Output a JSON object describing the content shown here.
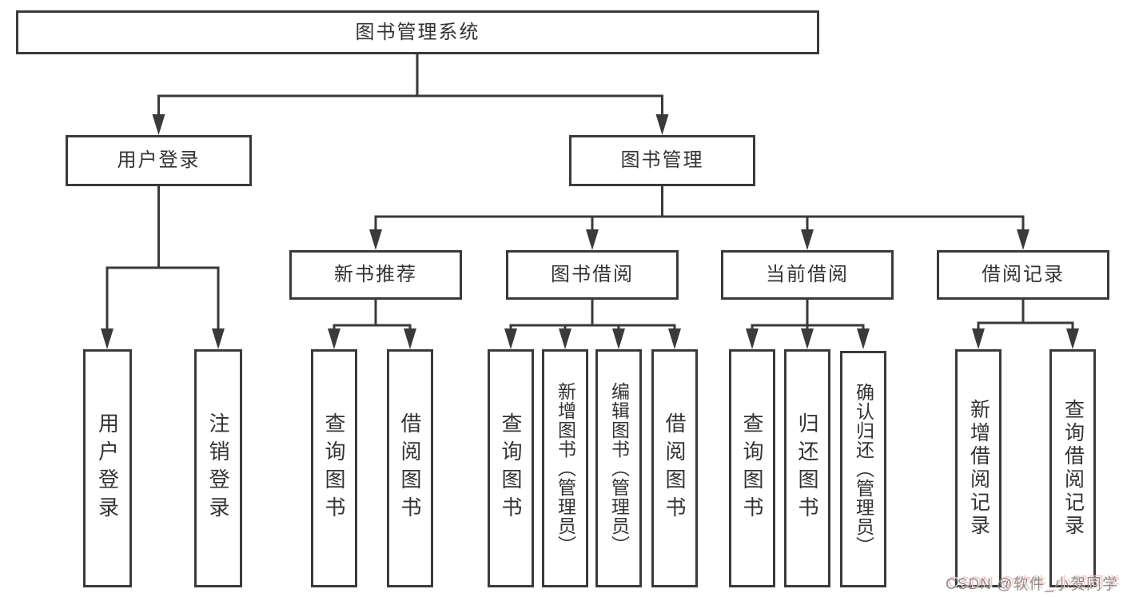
{
  "nodes": {
    "root": "图书管理系统",
    "user_login_group": "用户登录",
    "book_management": "图书管理",
    "new_book_recommend": "新书推荐",
    "book_borrow": "图书借阅",
    "current_borrow": "当前借阅",
    "borrow_records": "借阅记录",
    "user_login": "用户登录",
    "logout": "注销登录",
    "nb_query_book": "查询图书",
    "nb_borrow_book": "借阅图书",
    "bb_query_book": "查询图书",
    "bb_add_book": "新增图书（管理员）",
    "bb_edit_book": "编辑图书（管理员）",
    "bb_borrow_book": "借阅图书",
    "cb_query_book": "查询图书",
    "cb_return_book": "归还图书",
    "cb_confirm_return": "确认归还（管理员）",
    "br_add_record": "新增借阅记录",
    "br_query_record": "查询借阅记录"
  },
  "watermark": "CSDN @软件_小贺同学",
  "colors": {
    "line": "#3a3a3a",
    "box_border": "#3a3a3a",
    "text": "#333333",
    "background": "#ffffff",
    "watermark_text": "#8f8f8f",
    "watermark_shadow": "#f0c5c5"
  }
}
